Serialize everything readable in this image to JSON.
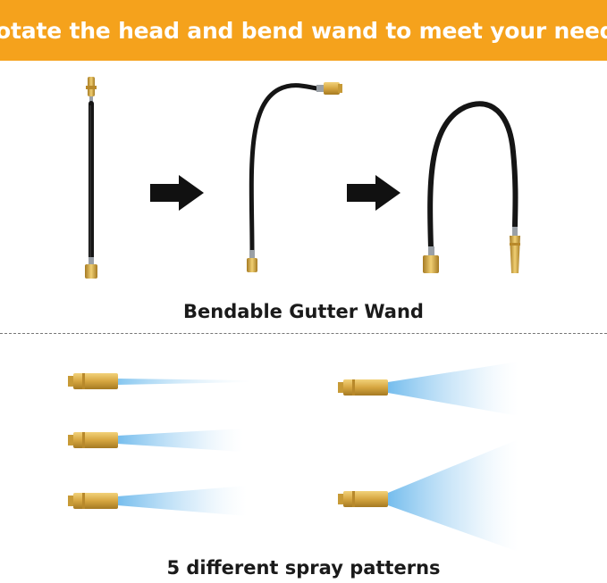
{
  "banner": {
    "title": "Rotate the head and bend wand to meet your needs"
  },
  "wand_section": {
    "caption": "Bendable Gutter Wand",
    "stages": [
      "straight-wand",
      "half-bent-wand",
      "fully-bent-wand"
    ]
  },
  "spray_section": {
    "caption": "5 different spray patterns",
    "pattern_count": 5
  },
  "colors": {
    "banner": "#f5a21c",
    "hose": "#151515",
    "brass": "#d8ad48",
    "spray": "#bfe0f7"
  },
  "icons": [
    "right-arrow-icon",
    "right-arrow-icon"
  ]
}
